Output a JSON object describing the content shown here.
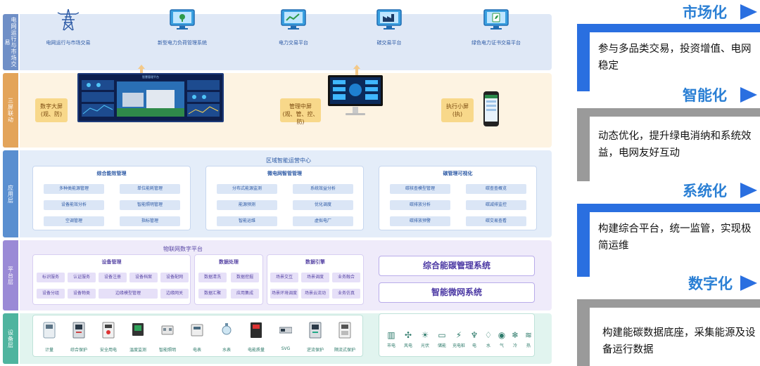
{
  "layers": {
    "grid_market": {
      "side_label": "电网运行与市场交易",
      "items": [
        {
          "label": "电网运行与市场交易",
          "icon": "power-tower-icon"
        },
        {
          "label": "新型电力负荷管理系统",
          "icon": "monitor-pin-icon"
        },
        {
          "label": "电力交易平台",
          "icon": "monitor-chart-icon"
        },
        {
          "label": "碳交易平台",
          "icon": "monitor-factory-icon"
        },
        {
          "label": "绿色电力证书交易平台",
          "icon": "monitor-leaf-icon"
        }
      ]
    },
    "three_screen": {
      "side_label": "三屏联动",
      "big_screen": {
        "title": "数字大屏",
        "sub": "(观、防)"
      },
      "big_screen_caption": "智慧管理平台",
      "mid_screen": {
        "title": "管理中屏",
        "sub": "(观、管、控、防)"
      },
      "small_screen": {
        "title": "执行小屏",
        "sub": "(执)"
      }
    },
    "application": {
      "side_label": "应用层",
      "center_title": "区域智能运营中心",
      "panels": [
        {
          "title": "综合能效管理",
          "items": [
            "多种类能源管理",
            "单位能耗管理",
            "设备能效分析",
            "智能照明管理",
            "空调管理",
            "指标管理"
          ]
        },
        {
          "title": "微电网智管管理",
          "items": [
            "分布式能源监测",
            "系统效益分析",
            "能源预测",
            "优化调度",
            "智能运维",
            "虚拟电厂"
          ]
        },
        {
          "title": "碳管理可视化",
          "items": [
            "碳核查模型管理",
            "碳查查概览",
            "碳排放分析",
            "碳减排监控",
            "碳排放预警",
            "碳交易查看"
          ]
        }
      ]
    },
    "platform": {
      "side_label": "平台层",
      "center_title": "物联网数字平台",
      "device_mgmt": {
        "title": "设备管理",
        "items": [
          "标识服务",
          "认证服务",
          "设备注册",
          "设备档案",
          "设备配网",
          "设备分组",
          "设备物类",
          "边缘模型管理",
          "边缘网关"
        ]
      },
      "data_proc": {
        "title": "数据处理",
        "items": [
          "数据清洗",
          "数据挖掘",
          "数据汇聚",
          "应用集成"
        ]
      },
      "data_engine": {
        "title": "数据引擎",
        "items": [
          "场景交互",
          "场景调度",
          "业务融合",
          "场景环境调度",
          "场景云流动",
          "业务仿真"
        ]
      },
      "systems": [
        "综合能碳管理系统",
        "智能微网系统"
      ]
    },
    "device": {
      "side_label": "设备层",
      "devices": [
        "计量",
        "综合保护",
        "安全用电",
        "温度监测",
        "智能照明",
        "电表",
        "水表",
        "电能质量",
        "SVG",
        "逆流保护",
        "隔流式保护"
      ],
      "energies": [
        {
          "label": "市电",
          "icon": "grid-icon",
          "glyph": "▥"
        },
        {
          "label": "风电",
          "icon": "wind-turbine-icon",
          "glyph": "✣"
        },
        {
          "label": "光伏",
          "icon": "solar-panel-icon",
          "glyph": "☀"
        },
        {
          "label": "储能",
          "icon": "battery-icon",
          "glyph": "▭"
        },
        {
          "label": "充电桩",
          "icon": "charger-icon",
          "glyph": "⚡"
        },
        {
          "label": "电",
          "icon": "electric-tower-icon",
          "glyph": "♆"
        },
        {
          "label": "水",
          "icon": "water-drop-icon",
          "glyph": "♢"
        },
        {
          "label": "气",
          "icon": "gas-icon",
          "glyph": "◉"
        },
        {
          "label": "冷",
          "icon": "snowflake-icon",
          "glyph": "❄"
        },
        {
          "label": "热",
          "icon": "heat-icon",
          "glyph": "≋"
        }
      ]
    }
  },
  "right_panel": [
    {
      "title": "市场化",
      "text": "参与多品类交易，投资增值、电网稳定",
      "bar_color": "#2a6fe0"
    },
    {
      "title": "智能化",
      "text": "动态优化，提升绿电消纳和系统效益，电网友好互动",
      "bar_color": "#9a9a9a"
    },
    {
      "title": "系统化",
      "text": "构建综合平台，统一监管，实现极简运维",
      "bar_color": "#2a6fe0"
    },
    {
      "title": "数字化",
      "text": "构建能碳数据底座，采集能源及设备运行数据",
      "bar_color": "#9a9a9a"
    }
  ],
  "colors": {
    "accent": "#2a7fd4",
    "title_blue": "#2d5aa5"
  }
}
